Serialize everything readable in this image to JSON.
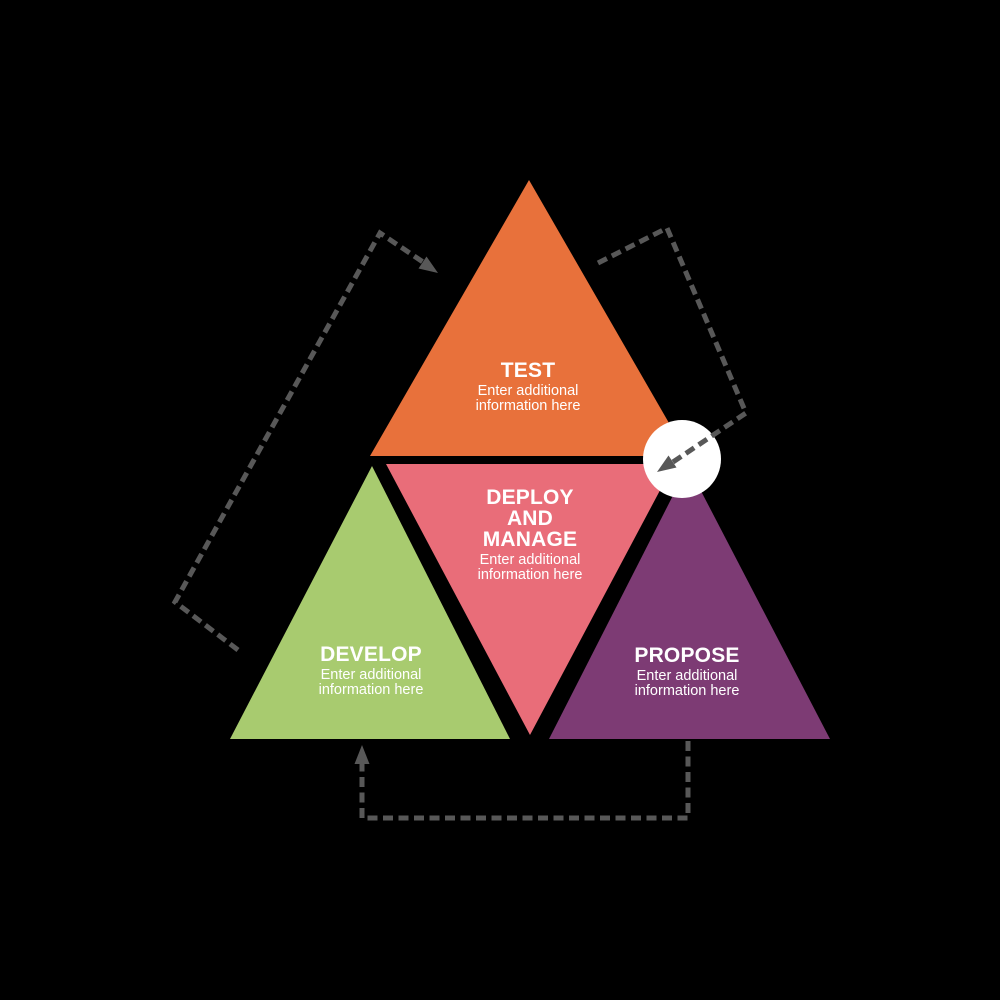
{
  "diagram": {
    "kind": "pyramid-cycle",
    "background_color": "#000000",
    "text_color": "#FFFFFF",
    "arrow_color": "#585858",
    "junction_marker": {
      "shape": "circle",
      "color": "#FFFFFF"
    },
    "sections": [
      {
        "id": "test",
        "label": "TEST",
        "description": "Enter additional information here",
        "color": "#E8713B",
        "position": "top"
      },
      {
        "id": "deploy-and-manage",
        "label": "DEPLOY AND MANAGE",
        "description": "Enter additional information here",
        "color": "#E96D79",
        "position": "center-inverted"
      },
      {
        "id": "develop",
        "label": "DEVELOP",
        "description": "Enter additional information here",
        "color": "#A8CB6F",
        "position": "bottom-left"
      },
      {
        "id": "propose",
        "label": "PROPOSE",
        "description": "Enter additional information here",
        "color": "#7D3B74",
        "position": "bottom-right"
      }
    ],
    "connectors": [
      {
        "from": "develop",
        "to": "test",
        "style": "dashed"
      },
      {
        "from": "test",
        "to": "deploy-and-manage",
        "style": "dashed"
      },
      {
        "from": "propose",
        "to": "develop",
        "style": "dashed"
      }
    ]
  }
}
